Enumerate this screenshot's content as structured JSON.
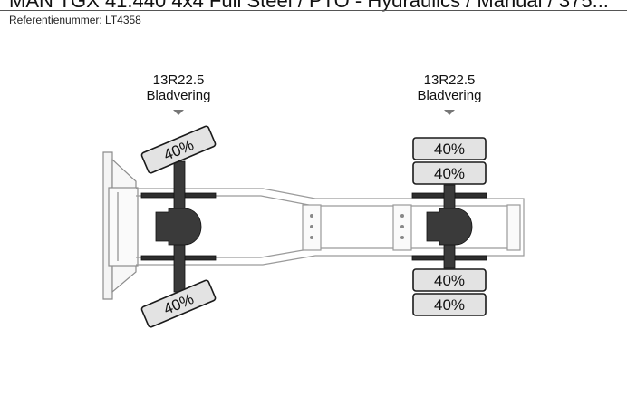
{
  "header": {
    "title": "MAN TGX 41.440 4x4 Full Steel / PTO - Hydraulics / Manual / 375...",
    "reference": "Referentienummer: LT4358"
  },
  "axles": [
    {
      "tire_size": "13R22.5",
      "suspension": "Bladvering",
      "tires": [
        {
          "tread": "40%"
        },
        {
          "tread": "40%"
        }
      ]
    },
    {
      "tire_size": "13R22.5",
      "suspension": "Bladvering",
      "tires": [
        {
          "tread": "40%"
        },
        {
          "tread": "40%"
        },
        {
          "tread": "40%"
        },
        {
          "tread": "40%"
        }
      ]
    }
  ],
  "colors": {
    "tire_fill": "#e3e3e3",
    "outline": "#1a1a1a",
    "axle_dark": "#3a3a3a",
    "frame": "#9a9a9a"
  }
}
